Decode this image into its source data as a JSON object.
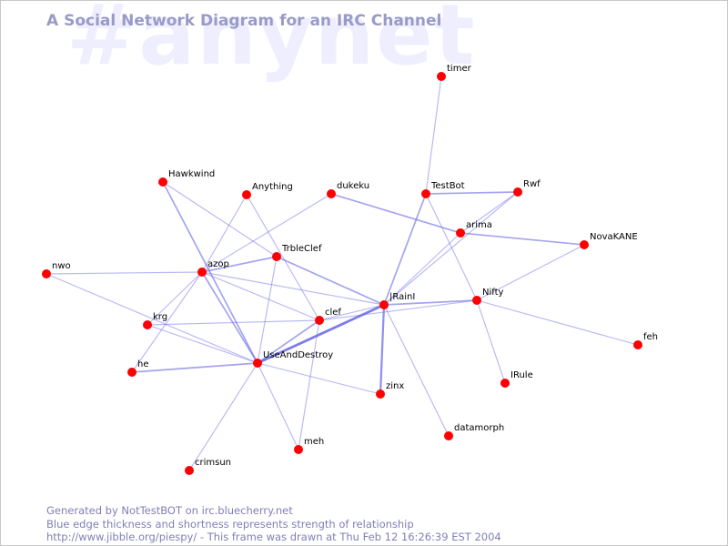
{
  "watermark": "#anynet",
  "title": "A Social Network Diagram for an IRC Channel",
  "footer": {
    "line1": "Generated by NotTestBOT on irc.bluecherry.net",
    "line2": "Blue edge thickness and shortness represents strength of relationship",
    "line3": "http://www.jibble.org/piespy/ - This frame was drawn at Thu Feb 12 16:26:39 EST 2004"
  },
  "colors": {
    "node": "#ff0000",
    "edge": "#6a6ae6",
    "watermark": "#eeeeff",
    "title": "#9a9ac8",
    "footer": "#7f7fb6"
  },
  "nodes": [
    {
      "id": "timer",
      "label": "timer"
    },
    {
      "id": "Hawkwind",
      "label": "Hawkwind"
    },
    {
      "id": "Anything",
      "label": "Anything"
    },
    {
      "id": "dukeku",
      "label": "dukeku"
    },
    {
      "id": "TestBot",
      "label": "TestBot"
    },
    {
      "id": "Rwf",
      "label": "Rwf"
    },
    {
      "id": "arima",
      "label": "arima"
    },
    {
      "id": "NovaKANE",
      "label": "NovaKANE"
    },
    {
      "id": "TrbleClef",
      "label": "TrbleClef"
    },
    {
      "id": "nwo",
      "label": "nwo"
    },
    {
      "id": "azop",
      "label": "azop"
    },
    {
      "id": "IRainI",
      "label": "|RainI"
    },
    {
      "id": "Nifty",
      "label": "Nifty"
    },
    {
      "id": "krg",
      "label": "krg"
    },
    {
      "id": "clef",
      "label": "clef"
    },
    {
      "id": "feh",
      "label": "feh"
    },
    {
      "id": "UseAndDestroy",
      "label": "UseAndDestroy"
    },
    {
      "id": "he",
      "label": "he"
    },
    {
      "id": "IRule",
      "label": "IRule"
    },
    {
      "id": "zinx",
      "label": "zinx"
    },
    {
      "id": "datamorph",
      "label": "datamorph"
    },
    {
      "id": "meh",
      "label": "meh"
    },
    {
      "id": "crimsun",
      "label": "crimsun"
    }
  ],
  "edges": [
    {
      "source": "timer",
      "target": "TestBot",
      "weight": 1
    },
    {
      "source": "TestBot",
      "target": "Rwf",
      "weight": 2
    },
    {
      "source": "TestBot",
      "target": "IRainI",
      "weight": 2
    },
    {
      "source": "TestBot",
      "target": "Nifty",
      "weight": 1
    },
    {
      "source": "Rwf",
      "target": "arima",
      "weight": 1
    },
    {
      "source": "Rwf",
      "target": "IRainI",
      "weight": 1
    },
    {
      "source": "dukeku",
      "target": "arima",
      "weight": 2
    },
    {
      "source": "dukeku",
      "target": "azop",
      "weight": 1
    },
    {
      "source": "arima",
      "target": "NovaKANE",
      "weight": 2
    },
    {
      "source": "arima",
      "target": "IRainI",
      "weight": 1
    },
    {
      "source": "NovaKANE",
      "target": "Nifty",
      "weight": 1
    },
    {
      "source": "Hawkwind",
      "target": "UseAndDestroy",
      "weight": 2
    },
    {
      "source": "Hawkwind",
      "target": "TrbleClef",
      "weight": 1
    },
    {
      "source": "Anything",
      "target": "azop",
      "weight": 1
    },
    {
      "source": "Anything",
      "target": "clef",
      "weight": 1
    },
    {
      "source": "TrbleClef",
      "target": "azop",
      "weight": 2
    },
    {
      "source": "TrbleClef",
      "target": "IRainI",
      "weight": 2
    },
    {
      "source": "TrbleClef",
      "target": "UseAndDestroy",
      "weight": 1
    },
    {
      "source": "nwo",
      "target": "azop",
      "weight": 1
    },
    {
      "source": "nwo",
      "target": "UseAndDestroy",
      "weight": 1
    },
    {
      "source": "azop",
      "target": "IRainI",
      "weight": 1
    },
    {
      "source": "azop",
      "target": "krg",
      "weight": 1
    },
    {
      "source": "azop",
      "target": "he",
      "weight": 1
    },
    {
      "source": "azop",
      "target": "UseAndDestroy",
      "weight": 2
    },
    {
      "source": "azop",
      "target": "clef",
      "weight": 1
    },
    {
      "source": "IRainI",
      "target": "Nifty",
      "weight": 2
    },
    {
      "source": "IRainI",
      "target": "UseAndDestroy",
      "weight": 4
    },
    {
      "source": "IRainI",
      "target": "zinx",
      "weight": 3
    },
    {
      "source": "IRainI",
      "target": "datamorph",
      "weight": 1
    },
    {
      "source": "IRainI",
      "target": "clef",
      "weight": 1
    },
    {
      "source": "Nifty",
      "target": "feh",
      "weight": 1
    },
    {
      "source": "Nifty",
      "target": "IRule",
      "weight": 1
    },
    {
      "source": "Nifty",
      "target": "clef",
      "weight": 1
    },
    {
      "source": "krg",
      "target": "clef",
      "weight": 1
    },
    {
      "source": "krg",
      "target": "UseAndDestroy",
      "weight": 1
    },
    {
      "source": "clef",
      "target": "UseAndDestroy",
      "weight": 2
    },
    {
      "source": "clef",
      "target": "meh",
      "weight": 1
    },
    {
      "source": "UseAndDestroy",
      "target": "he",
      "weight": 2
    },
    {
      "source": "UseAndDestroy",
      "target": "zinx",
      "weight": 1
    },
    {
      "source": "UseAndDestroy",
      "target": "meh",
      "weight": 1
    },
    {
      "source": "UseAndDestroy",
      "target": "crimsun",
      "weight": 1
    }
  ]
}
